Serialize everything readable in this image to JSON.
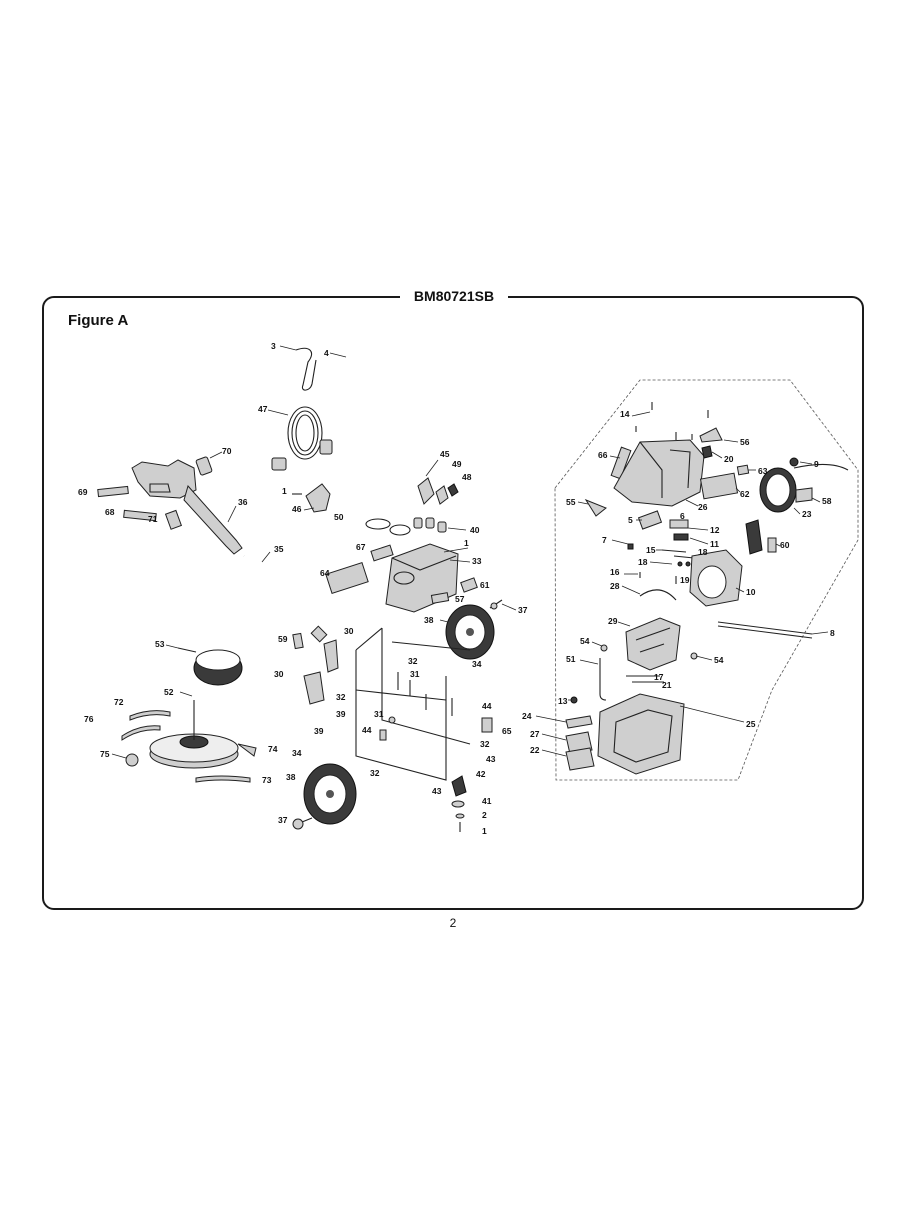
{
  "header": {
    "model": "BM80721SB"
  },
  "figure": {
    "title": "Figure A"
  },
  "footer": {
    "page_number": "2"
  },
  "callouts": [
    {
      "id": "c3",
      "text": "3"
    },
    {
      "id": "c4",
      "text": "4"
    },
    {
      "id": "c47",
      "text": "47"
    },
    {
      "id": "c70",
      "text": "70"
    },
    {
      "id": "c69",
      "text": "69"
    },
    {
      "id": "c36",
      "text": "36"
    },
    {
      "id": "c68",
      "text": "68"
    },
    {
      "id": "c71",
      "text": "71"
    },
    {
      "id": "c1a",
      "text": "1"
    },
    {
      "id": "c46",
      "text": "46"
    },
    {
      "id": "c45",
      "text": "45"
    },
    {
      "id": "c49",
      "text": "49"
    },
    {
      "id": "c48",
      "text": "48"
    },
    {
      "id": "c50",
      "text": "50"
    },
    {
      "id": "c40",
      "text": "40"
    },
    {
      "id": "c1b",
      "text": "1"
    },
    {
      "id": "c35",
      "text": "35"
    },
    {
      "id": "c67",
      "text": "67"
    },
    {
      "id": "c33",
      "text": "33"
    },
    {
      "id": "c64",
      "text": "64"
    },
    {
      "id": "c61",
      "text": "61"
    },
    {
      "id": "c57",
      "text": "57"
    },
    {
      "id": "c37a",
      "text": "37"
    },
    {
      "id": "c38a",
      "text": "38"
    },
    {
      "id": "c53",
      "text": "53"
    },
    {
      "id": "c59",
      "text": "59"
    },
    {
      "id": "c30a",
      "text": "30"
    },
    {
      "id": "c34a",
      "text": "34"
    },
    {
      "id": "c30b",
      "text": "30"
    },
    {
      "id": "c32a",
      "text": "32"
    },
    {
      "id": "c31a",
      "text": "31"
    },
    {
      "id": "c52",
      "text": "52"
    },
    {
      "id": "c72",
      "text": "72"
    },
    {
      "id": "c32b",
      "text": "32"
    },
    {
      "id": "c44a",
      "text": "44"
    },
    {
      "id": "c39a",
      "text": "39"
    },
    {
      "id": "c31b",
      "text": "31"
    },
    {
      "id": "c76",
      "text": "76"
    },
    {
      "id": "c44b",
      "text": "44"
    },
    {
      "id": "c65",
      "text": "65"
    },
    {
      "id": "c39b",
      "text": "39"
    },
    {
      "id": "c32c",
      "text": "32"
    },
    {
      "id": "c74",
      "text": "74"
    },
    {
      "id": "c75",
      "text": "75"
    },
    {
      "id": "c34b",
      "text": "34"
    },
    {
      "id": "c43a",
      "text": "43"
    },
    {
      "id": "c32d",
      "text": "32"
    },
    {
      "id": "c42",
      "text": "42"
    },
    {
      "id": "c73",
      "text": "73"
    },
    {
      "id": "c38b",
      "text": "38"
    },
    {
      "id": "c43b",
      "text": "43"
    },
    {
      "id": "c41",
      "text": "41"
    },
    {
      "id": "c2",
      "text": "2"
    },
    {
      "id": "c37b",
      "text": "37"
    },
    {
      "id": "c1c",
      "text": "1"
    },
    {
      "id": "c14",
      "text": "14"
    },
    {
      "id": "c56",
      "text": "56"
    },
    {
      "id": "c66",
      "text": "66"
    },
    {
      "id": "c20",
      "text": "20"
    },
    {
      "id": "c9",
      "text": "9"
    },
    {
      "id": "c63",
      "text": "63"
    },
    {
      "id": "c62",
      "text": "62"
    },
    {
      "id": "c26",
      "text": "26"
    },
    {
      "id": "c58",
      "text": "58"
    },
    {
      "id": "c55",
      "text": "55"
    },
    {
      "id": "c23",
      "text": "23"
    },
    {
      "id": "c5",
      "text": "5"
    },
    {
      "id": "c6",
      "text": "6"
    },
    {
      "id": "c12",
      "text": "12"
    },
    {
      "id": "c7",
      "text": "7"
    },
    {
      "id": "c11",
      "text": "11"
    },
    {
      "id": "c60",
      "text": "60"
    },
    {
      "id": "c15",
      "text": "15"
    },
    {
      "id": "c18a",
      "text": "18"
    },
    {
      "id": "c18b",
      "text": "18"
    },
    {
      "id": "c16",
      "text": "16"
    },
    {
      "id": "c19",
      "text": "19"
    },
    {
      "id": "c10",
      "text": "10"
    },
    {
      "id": "c28",
      "text": "28"
    },
    {
      "id": "c29",
      "text": "29"
    },
    {
      "id": "c8",
      "text": "8"
    },
    {
      "id": "c54a",
      "text": "54"
    },
    {
      "id": "c54b",
      "text": "54"
    },
    {
      "id": "c51",
      "text": "51"
    },
    {
      "id": "c17",
      "text": "17"
    },
    {
      "id": "c21",
      "text": "21"
    },
    {
      "id": "c13",
      "text": "13"
    },
    {
      "id": "c24",
      "text": "24"
    },
    {
      "id": "c25",
      "text": "25"
    },
    {
      "id": "c27",
      "text": "27"
    },
    {
      "id": "c22",
      "text": "22"
    }
  ]
}
